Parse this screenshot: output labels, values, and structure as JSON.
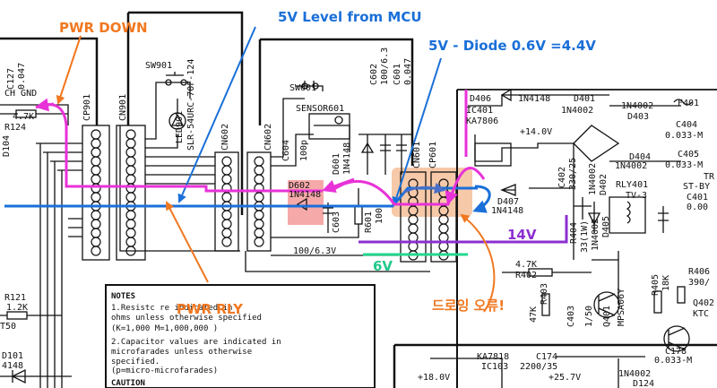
{
  "annotations": {
    "pwr_down": {
      "text": "PWR DOWN",
      "color": "#f07820"
    },
    "level_from_mcu": {
      "text": "5V Level from MCU",
      "color": "#1a6fd8"
    },
    "diode_drop": {
      "text": "5V - Diode 0.6V =4.4V",
      "color": "#1a6fd8"
    },
    "pwr_rly": {
      "text": "PWR RLY",
      "color": "#f07820"
    },
    "v14": {
      "text": "14V",
      "color": "#8b2fd0"
    },
    "v6": {
      "text": "6V",
      "color": "#22c88a"
    },
    "drawing_error": {
      "text": "드로잉 오류!",
      "color": "#f07820"
    }
  },
  "colors": {
    "magenta_path": "#e832d8",
    "blue_path": "#1a6fd8",
    "purple_line": "#8b2fd0",
    "green_line": "#22d890",
    "red_highlight": "#f49a9a",
    "orange_highlight": "#f5c09a",
    "ink": "#111111"
  },
  "components": {
    "c127": "C127",
    "c127_val": "0.047",
    "ch_gnd": "CH GND",
    "r124_val": "4.7K",
    "r124": "R124",
    "d104": "D104",
    "cp901": "CP901",
    "cn901": "CN901",
    "sw901": "SW901",
    "led901": "LED901",
    "led_part": "SLR-54URC-70F-124",
    "cn602a": "CN602",
    "cn602b": "CN602",
    "sw601": "SW601",
    "sensor601": "SENSOR601",
    "c604": "C604",
    "c604_val": "100p",
    "d601": "D601",
    "d601_part": "1N4148",
    "c602": "C602",
    "c602_val": "100/6.3",
    "c601": "C601",
    "c601_val": "0.047",
    "d602": "D602",
    "d602_part": "1N4148",
    "c603": "C603",
    "r601": "R601",
    "r601_val": "100",
    "c_100_63": "100/6.3V",
    "cn601": "CN601",
    "cp601": "CP601",
    "d406": "D406",
    "d406_part": "1N4148",
    "d401": "D401",
    "ic401": "IC401",
    "ic401_part": "KA7806",
    "d401_part": "1N4002",
    "d403": "D403",
    "d403_part": "1N4002",
    "plus14v": "+14.0V",
    "f401": "F401",
    "c404": "C404",
    "c404_val": "0.033-M",
    "c405": "C405",
    "c405_val": "0.033-M",
    "d404": "D404",
    "d404_part": "1N4002",
    "c402": "C402",
    "c402_val": "330/25",
    "d402": "D402",
    "d402_part": "1N4002",
    "d407": "D407",
    "d407_part": "1N4148",
    "rly401": "RLY401",
    "rly_part": "TV-3",
    "st_by": "ST-BY",
    "tr": "TR",
    "c401": "C401",
    "c401_val": "0.00",
    "r404": "R404",
    "r404_val": "33(1W)",
    "d405": "D405",
    "d405_part": "1N4002",
    "r402_val": "4.7K",
    "r402": "R402",
    "r403": "R403",
    "r403_val": "47K",
    "c403": "C403",
    "c403_val": "1/50",
    "q401": "Q401",
    "q401_part": "MPSA06Y",
    "r405": "R405",
    "r405_val": "18K",
    "r406": "R406",
    "r406_val": "390/",
    "q402": "Q402",
    "q402_part": "KTC",
    "r121": "R121",
    "r121_val": "1.2K",
    "t50": "T50",
    "d101": "D101",
    "d101_part": "4148",
    "ic103_part": "KA7818",
    "c174": "C174",
    "ic103": "IC103",
    "c174_val": "2200/35",
    "plus18v": "+18.0V",
    "plus257v": "+25.7V",
    "c178": "C178",
    "c178_val": "0.033-M",
    "d124_part": "1N4002",
    "d124": "D124"
  },
  "notes": {
    "title": "NOTES",
    "line1": "1.Resistc        re indicated in",
    "line2": "  ohms unless otherwise specified",
    "line3": "     (K=1,000   M=1,000,000 )",
    "line4": "2.Capacitor values are indicated in",
    "line5": "  microfarades unless otherwise",
    "line6": "  specified.",
    "line7": "           (p=micro-microfarades)",
    "caution": "CAUTION"
  }
}
